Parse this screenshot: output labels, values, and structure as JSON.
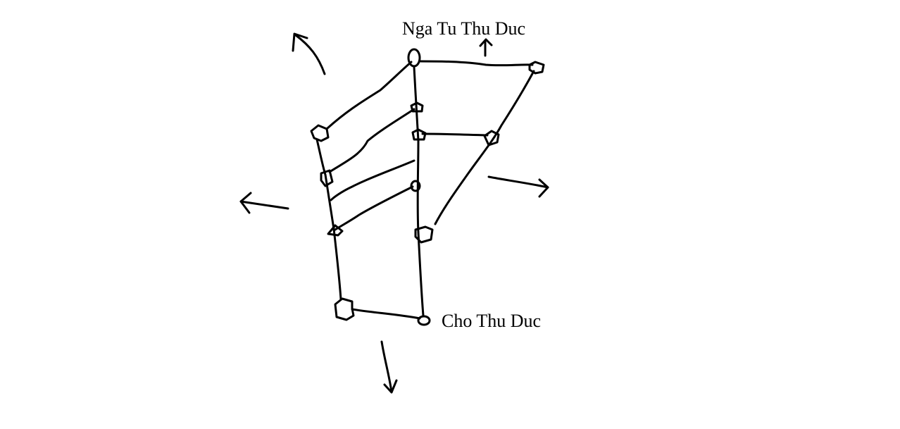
{
  "labels": {
    "top": "Nga Tu Thu Duc",
    "bottom": "Cho Thu Duc"
  },
  "colors": {
    "background": "#ffffff",
    "ink": "#000000"
  },
  "arrow_directions": [
    "up-left",
    "up",
    "left",
    "right",
    "down"
  ]
}
